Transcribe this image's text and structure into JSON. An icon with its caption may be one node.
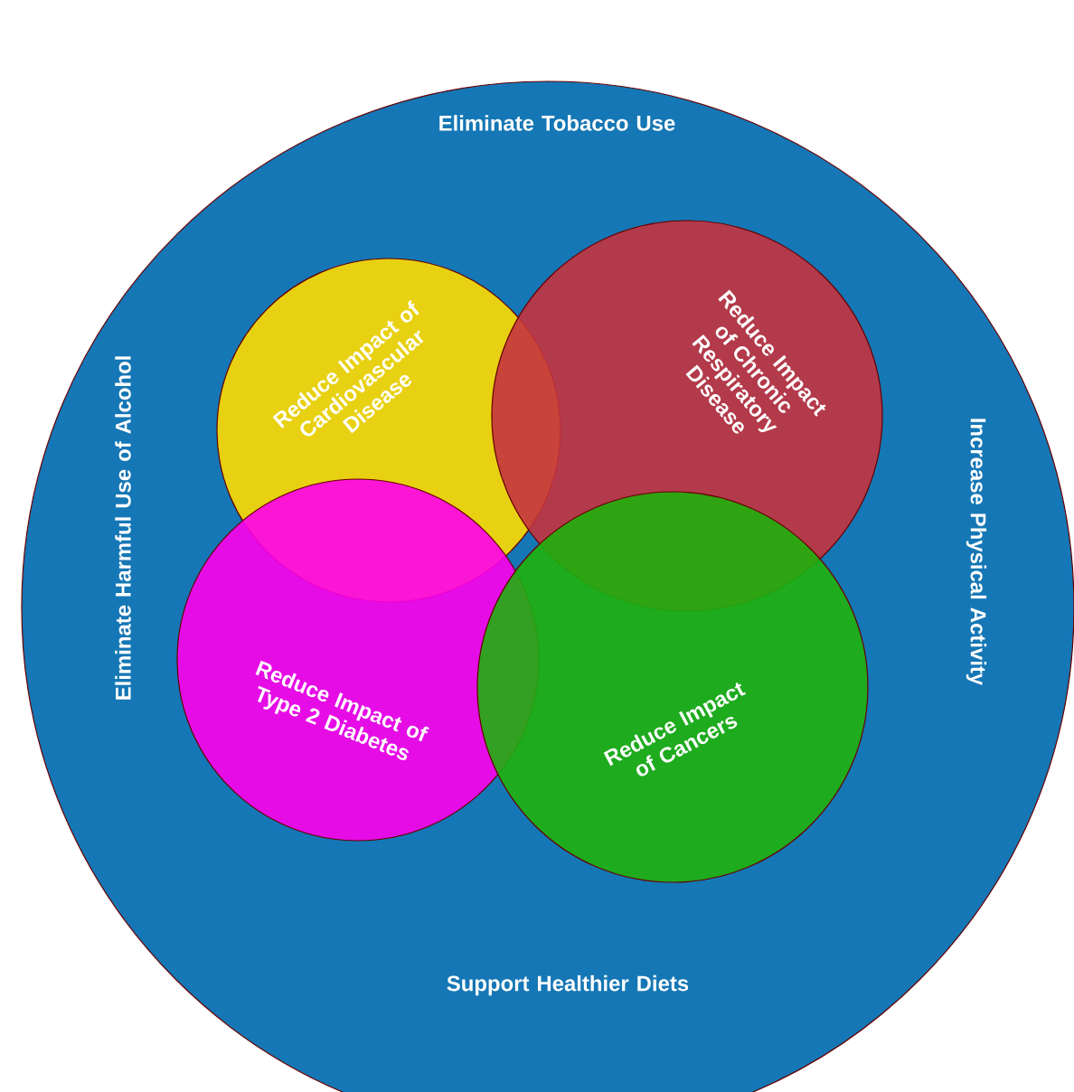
{
  "diagram": {
    "nodes": [
      {
        "text": [
          "Eliminate Tobacco Use",
          "Eliminate Harmful Use of Alcohol",
          "Increase Physical Activity",
          "Support Healthier Diets"
        ]
      },
      {
        "text": [
          "Reduce Impact of Cardiovascular Disease"
        ],
        "in": 0
      },
      {
        "text": [
          "Reduce Impact of Chronic Respiratory Disease"
        ],
        "in": 0
      },
      {
        "text": [
          "Reduce Impact of Type 2 Diabetes"
        ],
        "in": 0
      },
      {
        "text": [
          "Reduce Impact of Cancers"
        ],
        "in": 0
      }
    ]
  }
}
